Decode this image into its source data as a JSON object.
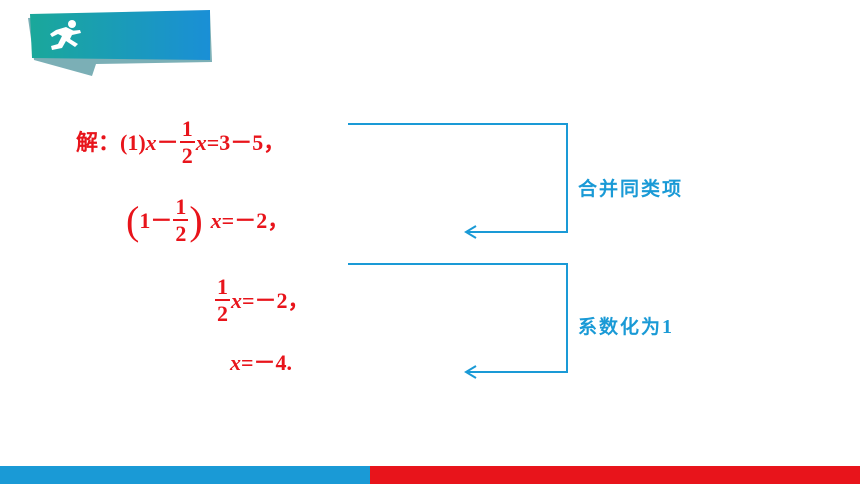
{
  "solution": {
    "label": "解：",
    "part": "(1)",
    "line1": {
      "var": "x",
      "minus": "－",
      "frac_num": "1",
      "frac_den": "2",
      "var2": "x",
      "rest": "=3－5，"
    },
    "line2": {
      "lparen": "(",
      "one": "1－",
      "frac_num": "1",
      "frac_den": "2",
      "rparen": ")",
      "var": "x",
      "rest": "=－2，"
    },
    "line3": {
      "frac_num": "1",
      "frac_den": "2",
      "var": "x",
      "rest": "=－2，"
    },
    "line4": {
      "var": "x",
      "rest": "=－4."
    }
  },
  "notes": {
    "combine": "合并同类项",
    "coef_text": "系数化为",
    "coef_num": "1"
  },
  "colors": {
    "math": "#e8141b",
    "annotation": "#1a9ad6",
    "banner_teal": "#1aa89a",
    "banner_blue": "#1a8fd6",
    "bottom_blue": "#1a9ad6",
    "bottom_red": "#e8141b"
  },
  "icons": {
    "banner": "running-person-icon"
  }
}
